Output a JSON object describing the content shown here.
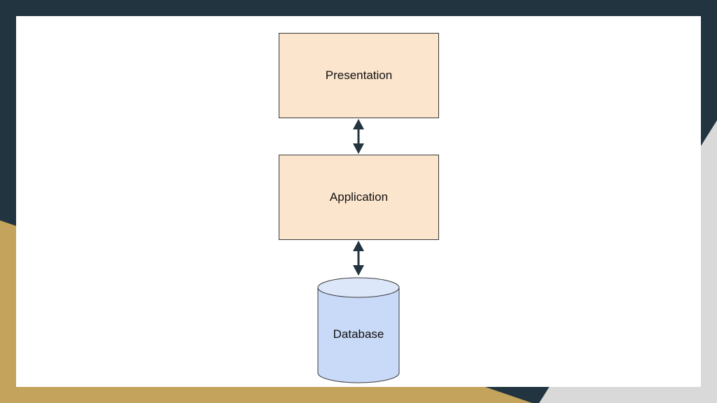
{
  "colors": {
    "frame_dark": "#22343f",
    "frame_gold": "#c4a35c",
    "frame_grey": "#d9d9d9",
    "slide_bg": "#ffffff",
    "tier_box_fill": "#fce5cd",
    "database_fill": "#c9daf8",
    "database_top": "#dde7fa",
    "arrow": "#22343f",
    "border": "#3a3a3a"
  },
  "diagram": {
    "nodes": [
      {
        "id": "presentation",
        "label": "Presentation",
        "shape": "rectangle"
      },
      {
        "id": "application",
        "label": "Application",
        "shape": "rectangle"
      },
      {
        "id": "database",
        "label": "Database",
        "shape": "cylinder"
      }
    ],
    "edges": [
      {
        "from": "presentation",
        "to": "application",
        "direction": "bidirectional"
      },
      {
        "from": "application",
        "to": "database",
        "direction": "bidirectional"
      }
    ]
  }
}
